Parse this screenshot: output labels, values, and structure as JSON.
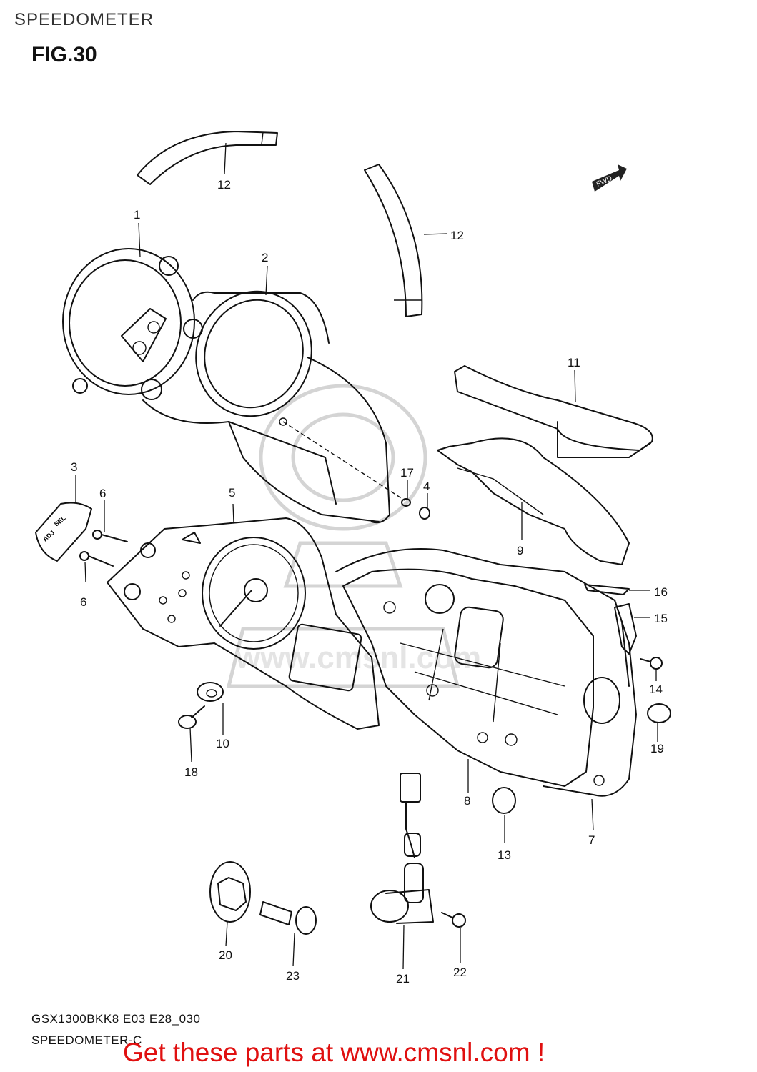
{
  "header": {
    "title": "SPEEDOMETER"
  },
  "figure": {
    "label": "FIG.30"
  },
  "fwd_badge": "FWD",
  "buttons_text": {
    "sel": "SEL",
    "adj": "ADJ"
  },
  "watermark": "www.cmsnl.com",
  "callouts": [
    "1",
    "2",
    "3",
    "4",
    "5",
    "6",
    "6",
    "7",
    "8",
    "9",
    "10",
    "11",
    "12",
    "12",
    "13",
    "14",
    "15",
    "16",
    "17",
    "18",
    "19",
    "20",
    "21",
    "22",
    "23"
  ],
  "footer": {
    "model_code": "GSX1300BKK8 E03 E28_030",
    "sub_title": "SPEEDOMETER-C",
    "cta": "Get these parts at www.cmsnl.com !"
  }
}
